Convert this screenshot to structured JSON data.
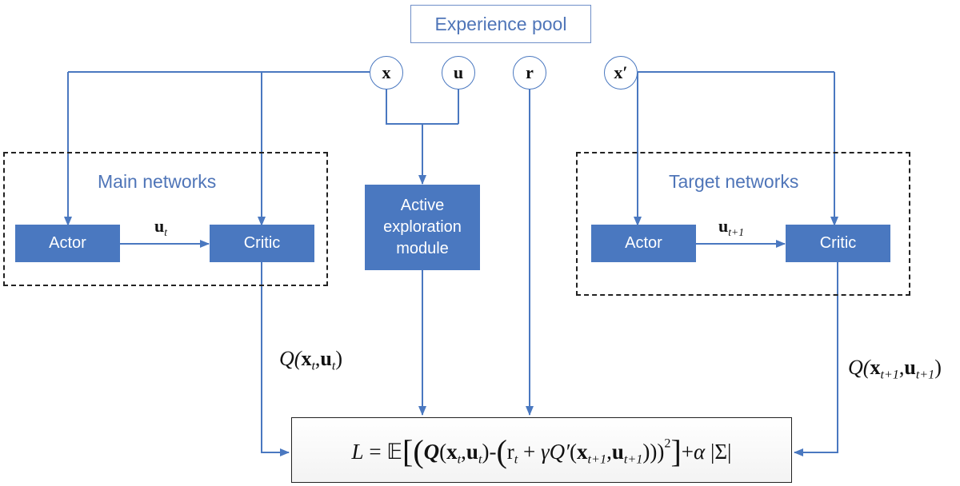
{
  "pool_label": "Experience pool",
  "inputs": {
    "x": "x",
    "u": "u",
    "r": "r",
    "x_prime": "x′"
  },
  "main_group": {
    "title": "Main networks",
    "actor": "Actor",
    "critic": "Critic"
  },
  "target_group": {
    "title": "Target networks",
    "actor": "Actor",
    "critic": "Critic"
  },
  "explore": {
    "line1": "Active",
    "line2": "exploration",
    "line3": "module"
  },
  "labels": {
    "u_t_base": "u",
    "u_t_sub": "t",
    "u_t1_base": "u",
    "u_t1_sub": "t+1",
    "q_main_pre": "Q(",
    "q_main_x": "x",
    "q_main_xsub": "t",
    "q_main_comma": ",",
    "q_main_u": "u",
    "q_main_usub": "t",
    "q_main_close": ")",
    "q_target_pre": "Q(",
    "q_target_x": "x",
    "q_target_xsub": "t+1",
    "q_target_comma": ",",
    "q_target_u": "u",
    "q_target_usub": "t+1",
    "q_target_close": ")"
  },
  "loss": {
    "L": "L",
    "eq": " = 𝔼",
    "lbr": "[",
    "lp1": "(",
    "Q": "Q",
    "open": "(",
    "x": "x",
    "xsub": "t",
    "comma1": ",",
    "u": "u",
    "usub": "t",
    "close1": ")",
    "minus": "-",
    "lp2": "(",
    "r": "r",
    "rsub": "t",
    "plus": " + ",
    "gamma": "γ",
    "Qp": "Q′",
    "open2": "(",
    "x2": "x",
    "x2sub": "t+1",
    "comma2": ",",
    "u2": "u",
    "u2sub": "t+1",
    "close2": ")))",
    "sq": "2",
    "rbr": "]",
    "plus2": "+",
    "alpha": "α",
    "sigma": " |Σ|"
  }
}
